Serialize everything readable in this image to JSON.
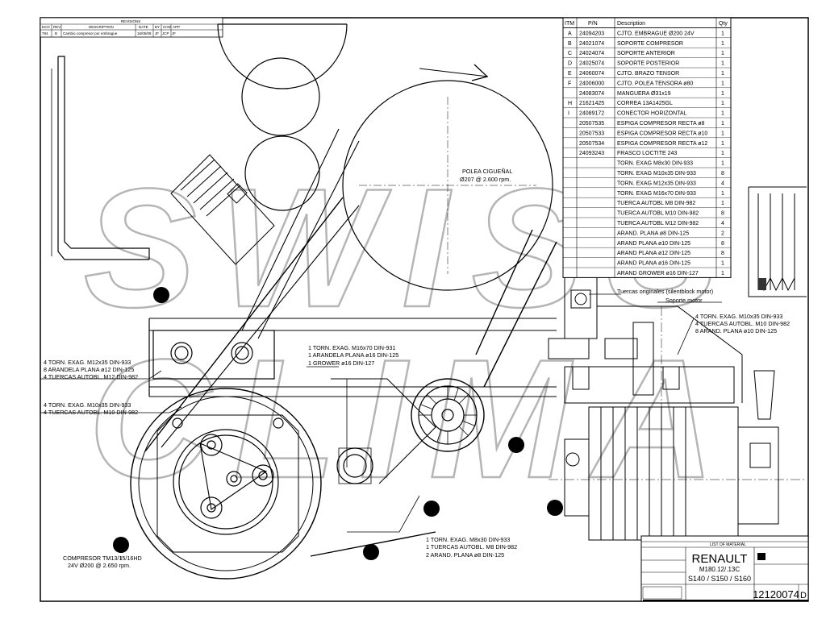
{
  "revisions": {
    "title": "REVISIONS",
    "headers": [
      "ECO",
      "REV",
      "DESCRIPTION",
      "DATE",
      "BY",
      "CHD",
      "APP"
    ],
    "row": [
      "784",
      "B",
      "Cambio compresor por embrague",
      "16/05/08",
      "JF",
      "JCP",
      "JF"
    ]
  },
  "bom": {
    "headers": [
      "ITM",
      "P/N",
      "Description",
      "Qty"
    ],
    "rows": [
      {
        "itm": "A",
        "pn": "24094203",
        "desc": "CJTO. EMBRAGUE Ø200 24V",
        "qty": "1"
      },
      {
        "itm": "B",
        "pn": "24021074",
        "desc": "SOPORTE COMPRESOR",
        "qty": "1"
      },
      {
        "itm": "C",
        "pn": "24024074",
        "desc": "SOPORTE ANTERIOR",
        "qty": "1"
      },
      {
        "itm": "D",
        "pn": "24025074",
        "desc": "SOPORTE POSTERIOR",
        "qty": "1"
      },
      {
        "itm": "E",
        "pn": "24060074",
        "desc": "CJTO. BRAZO TENSOR",
        "qty": "1"
      },
      {
        "itm": "F",
        "pn": "24006000",
        "desc": "CJTO. POLEA TENSORA ø80",
        "qty": "1"
      },
      {
        "itm": "",
        "pn": "24083074",
        "desc": "MANGUERA Ø31x19",
        "qty": "1"
      },
      {
        "itm": "H",
        "pn": "21621425",
        "desc": "CORREA 13A1425GL",
        "qty": "1"
      },
      {
        "itm": "I",
        "pn": "24089172",
        "desc": "CONECTOR HORIZONTAL",
        "qty": "1"
      },
      {
        "itm": "",
        "pn": "20507535",
        "desc": "ESPIGA COMPRESOR RECTA ø8",
        "qty": "1"
      },
      {
        "itm": "",
        "pn": "20507533",
        "desc": "ESPIGA COMPRESOR RECTA ø10",
        "qty": "1"
      },
      {
        "itm": "",
        "pn": "20507534",
        "desc": "ESPIGA COMPRESOR RECTA ø12",
        "qty": "1"
      },
      {
        "itm": "",
        "pn": "24093243",
        "desc": "FRASCO LOCTITE 243",
        "qty": "1"
      },
      {
        "itm": "",
        "pn": "",
        "desc": "TORN. EXAG M8x30 DIN-933",
        "qty": "1"
      },
      {
        "itm": "",
        "pn": "",
        "desc": "TORN. EXAG M10x35 DIN-933",
        "qty": "8"
      },
      {
        "itm": "",
        "pn": "",
        "desc": "TORN. EXAG M12x35 DIN-933",
        "qty": "4"
      },
      {
        "itm": "",
        "pn": "",
        "desc": "TORN. EXAG M16x70 DIN-933",
        "qty": "1"
      },
      {
        "itm": "",
        "pn": "",
        "desc": "TUERCA AUTOBL M8 DIN-982",
        "qty": "1"
      },
      {
        "itm": "",
        "pn": "",
        "desc": "TUERCA AUTOBL M10 DIN-982",
        "qty": "8"
      },
      {
        "itm": "",
        "pn": "",
        "desc": "TUERCA AUTOBL M12 DIN-982",
        "qty": "4"
      },
      {
        "itm": "",
        "pn": "",
        "desc": "ARAND. PLANA ø8 DIN-125",
        "qty": "2"
      },
      {
        "itm": "",
        "pn": "",
        "desc": "ARAND PLANA ø10 DIN-125",
        "qty": "8"
      },
      {
        "itm": "",
        "pn": "",
        "desc": "ARAND PLANA ø12 DIN-125",
        "qty": "8"
      },
      {
        "itm": "",
        "pn": "",
        "desc": "ARAND PLANA ø16 DIN-125",
        "qty": "1"
      },
      {
        "itm": "",
        "pn": "",
        "desc": "ARAND GROWER ø16 DIN-127",
        "qty": "1"
      }
    ]
  },
  "labels": {
    "polea_title": "POLEA CIGUEÑAL",
    "polea_spec": "Ø207 @ 2.600 rpm.",
    "note_m12_1": "4 TORN. EXAG. M12x35 DIN-933",
    "note_m12_2": "8 ARANDELA PLANA ø12 DIN-125",
    "note_m12_3": "4 TUERCAS AUTOBL. M12 DIN-982",
    "note_m16_1": "1 TORN. EXAG. M16x70 DIN-931",
    "note_m16_2": "1 ARANDELA PLANA ø16 DIN-125",
    "note_m16_3": "1 GROWER ø16 DIN-127",
    "note_m10_1": "4 TORN. EXAG. M10x35 DIN-933",
    "note_m10_2": "4 TUERCAS AUTOBL. M10 DIN-982",
    "note_m8_1": "1 TORN. EXAG. M8x30 DIN-933",
    "note_m8_2": "1 TUERCAS AUTOBL. M8 DIN-982",
    "note_m8_3": "2 ARAND. PLANA ø8 DIN-125",
    "compresor_1": "COMPRESOR TM13/15/16HD",
    "compresor_2": "24V Ø200 @ 2.650 rpm.",
    "tuercas_orig": "Tuercas originales (silentblock motor)",
    "soporte_motor": "Soporte motor",
    "note_r_1": "4 TORN. EXAG. M10x35 DIN-933",
    "note_r_2": "4 TUERCAS AUTOBL. M10 DIN-982",
    "note_r_3": "8 ARAND. PLANA ø10 DIN-125"
  },
  "title_block": {
    "brand": "RENAULT",
    "model": "M180.12/.13C",
    "series": "S140 / S150 / S160",
    "drawing_no": "12120074",
    "rev": "D",
    "list_label": "LIST OF MATERIAL"
  },
  "watermark": {
    "line1": "SWISS",
    "line2": "CLIMA"
  }
}
